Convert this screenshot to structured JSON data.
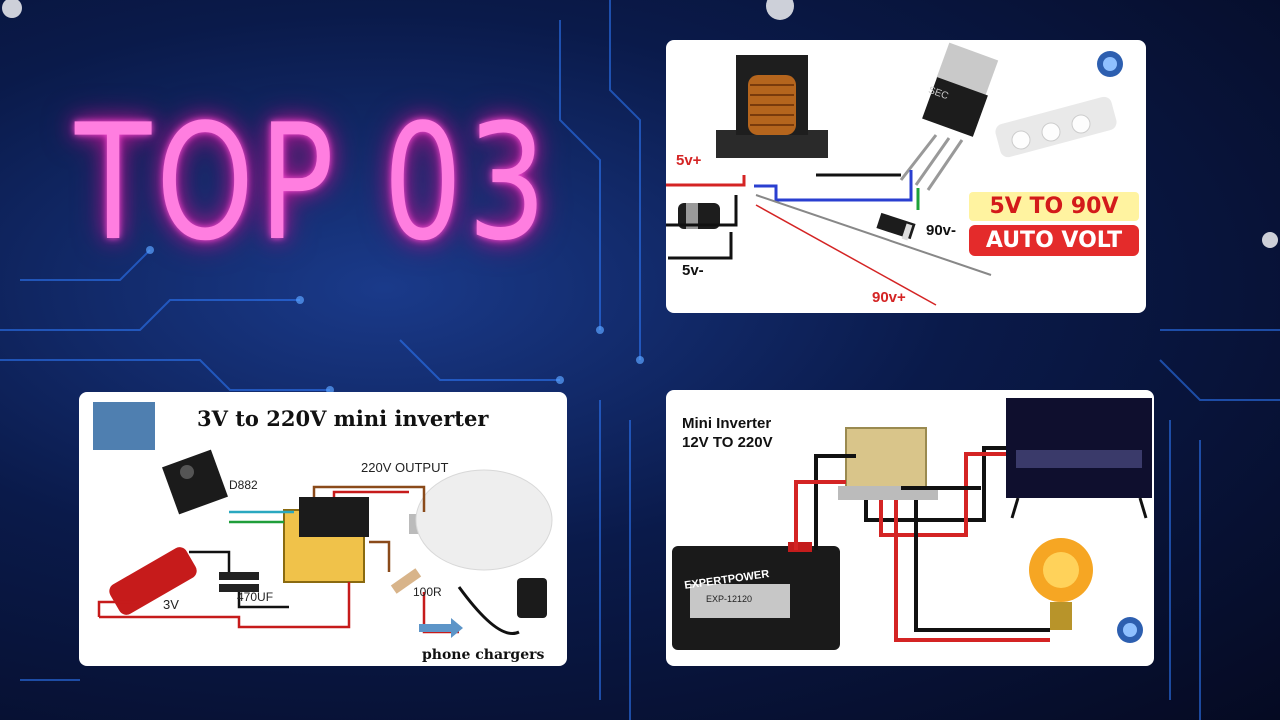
{
  "title": "TOP 03",
  "panel1": {
    "label_5v_plus": "5v+",
    "label_5v_minus": "5v-",
    "label_90v_minus": "90v-",
    "label_90v_plus": "90v+",
    "transistor_mark": "SEC",
    "badge_line1": "5V TO 90V",
    "badge_line2": "AUTO VOLT"
  },
  "panel2": {
    "heading": "3V to 220V mini inverter",
    "transistor": "D882",
    "output": "220V OUTPUT",
    "battery": "3V",
    "capacitor": "470UF",
    "resistor": "100R",
    "footer": "phone chargers"
  },
  "panel3": {
    "title_line1": "Mini  Inverter",
    "title_line2": "12V TO 220V",
    "battery_brand": "EXPERTPOWER",
    "battery_model": "EXP-12120"
  },
  "colors": {
    "title": "#ff7ee0",
    "badge_red": "#e42b2b",
    "badge_yellow": "#fff3a0"
  }
}
